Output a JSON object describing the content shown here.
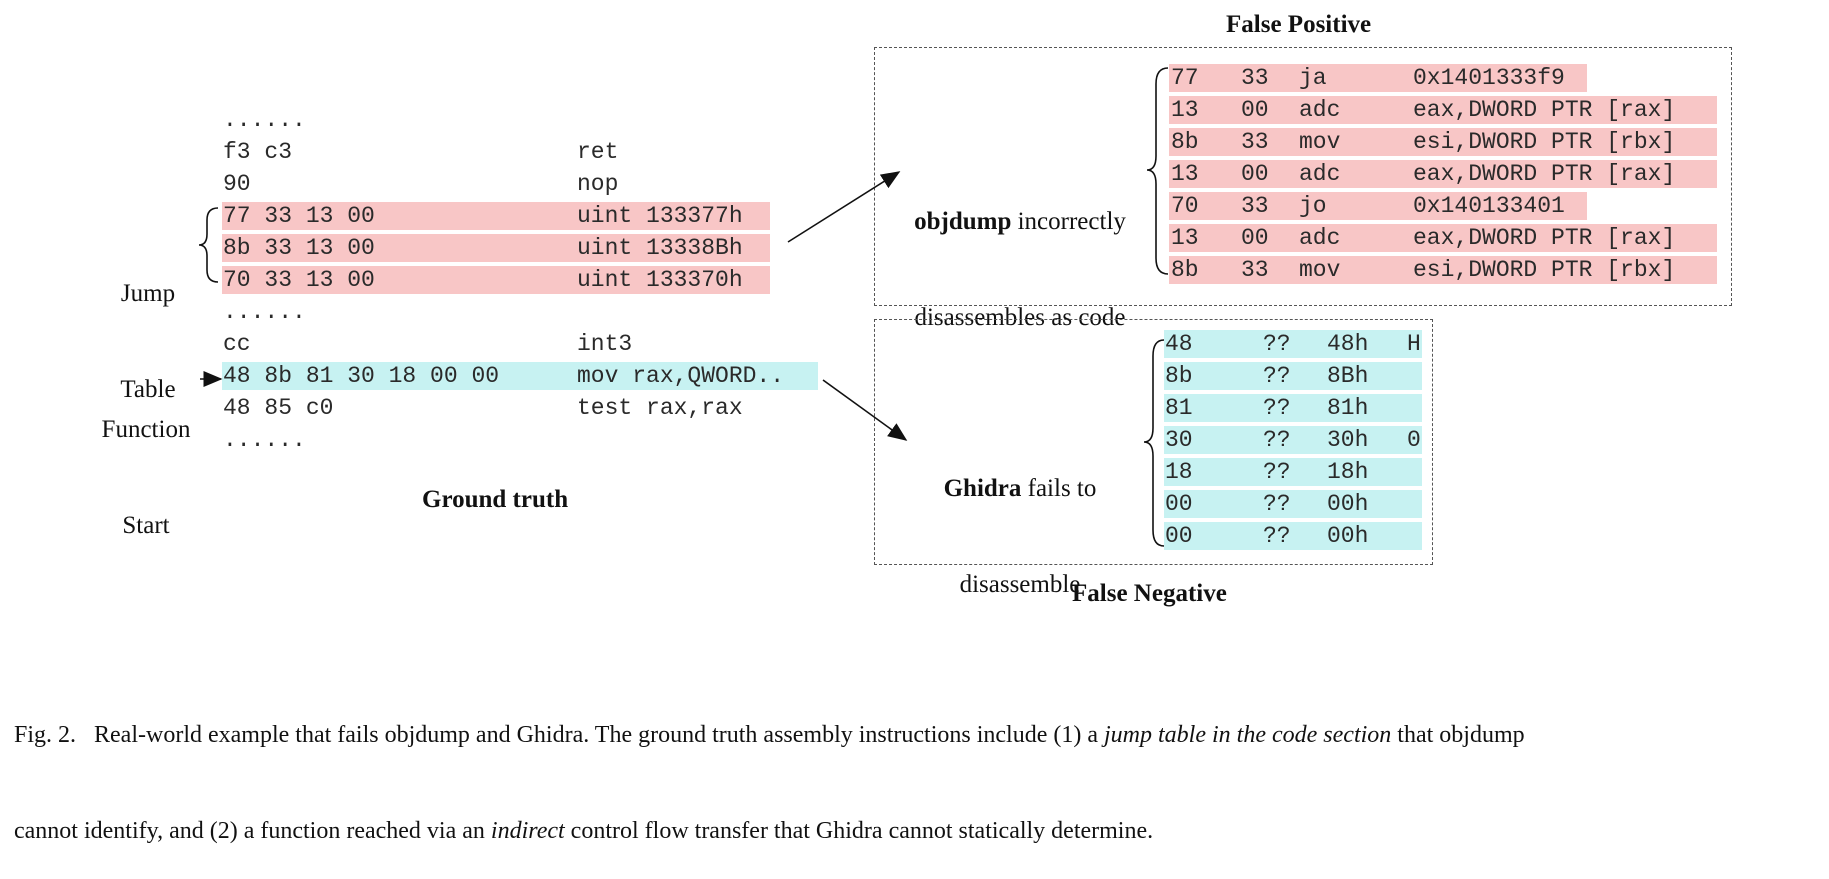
{
  "ground_truth": {
    "rows": [
      {
        "bytes": "......",
        "instr": "",
        "highlight": "none"
      },
      {
        "bytes": "f3 c3",
        "instr": "ret",
        "highlight": "none"
      },
      {
        "bytes": "90",
        "instr": "nop",
        "highlight": "none"
      },
      {
        "bytes": "77 33 13 00",
        "instr": "uint 133377h",
        "highlight": "pink"
      },
      {
        "bytes": "8b 33 13 00",
        "instr": "uint 13338Bh",
        "highlight": "pink"
      },
      {
        "bytes": "70 33 13 00",
        "instr": "uint 133370h",
        "highlight": "pink"
      },
      {
        "bytes": "......",
        "instr": "",
        "highlight": "none"
      },
      {
        "bytes": "cc",
        "instr": "int3",
        "highlight": "none"
      },
      {
        "bytes": "48 8b 81 30 18 00 00",
        "instr": "mov rax,QWORD..",
        "highlight": "cyan"
      },
      {
        "bytes": "48 85 c0",
        "instr": "test rax,rax",
        "highlight": "none"
      },
      {
        "bytes": "......",
        "instr": "",
        "highlight": "none"
      }
    ],
    "jump_table_label": [
      "Jump",
      "Table"
    ],
    "function_start_label": [
      "Function",
      "Start"
    ],
    "title": "Ground truth"
  },
  "false_positive": {
    "title": "False Positive",
    "label_bold": "objdump",
    "label_rest_1": " incorrectly",
    "label_line_2": "disassembles as code",
    "rows": [
      {
        "b1": "77",
        "b2": "33",
        "op": "ja",
        "arg": "0x1401333f9",
        "wide": false
      },
      {
        "b1": "13",
        "b2": "00",
        "op": "adc",
        "arg": "eax,DWORD PTR [rax]",
        "wide": true
      },
      {
        "b1": "8b",
        "b2": "33",
        "op": "mov",
        "arg": "esi,DWORD PTR [rbx]",
        "wide": true
      },
      {
        "b1": "13",
        "b2": "00",
        "op": "adc",
        "arg": "eax,DWORD PTR [rax]",
        "wide": true
      },
      {
        "b1": "70",
        "b2": "33",
        "op": "jo",
        "arg": "0x140133401",
        "wide": false
      },
      {
        "b1": "13",
        "b2": "00",
        "op": "adc",
        "arg": "eax,DWORD PTR [rax]",
        "wide": true
      },
      {
        "b1": "8b",
        "b2": "33",
        "op": "mov",
        "arg": "esi,DWORD PTR [rbx]",
        "wide": true
      }
    ]
  },
  "false_negative": {
    "title": "False Negative",
    "label_bold": "Ghidra",
    "label_rest_1": " fails to",
    "label_line_2": "disassemble",
    "rows": [
      {
        "b": "48",
        "q": "??",
        "h": "48h",
        "c": "H"
      },
      {
        "b": "8b",
        "q": "??",
        "h": "8Bh",
        "c": ""
      },
      {
        "b": "81",
        "q": "??",
        "h": "81h",
        "c": ""
      },
      {
        "b": "30",
        "q": "??",
        "h": "30h",
        "c": "0"
      },
      {
        "b": "18",
        "q": "??",
        "h": "18h",
        "c": ""
      },
      {
        "b": "00",
        "q": "??",
        "h": "00h",
        "c": ""
      },
      {
        "b": "00",
        "q": "??",
        "h": "00h",
        "c": ""
      }
    ]
  },
  "caption": {
    "fig": "Fig. 2.",
    "t1": "Real-world example that fails objdump and Ghidra. The ground truth assembly instructions include (1) a ",
    "i1": "jump table in the code section",
    "t2": " that objdump",
    "line2_a": "cannot identify, and (2) a function reached via an ",
    "i2": "indirect",
    "line2_b": " control flow transfer that Ghidra cannot statically determine."
  }
}
